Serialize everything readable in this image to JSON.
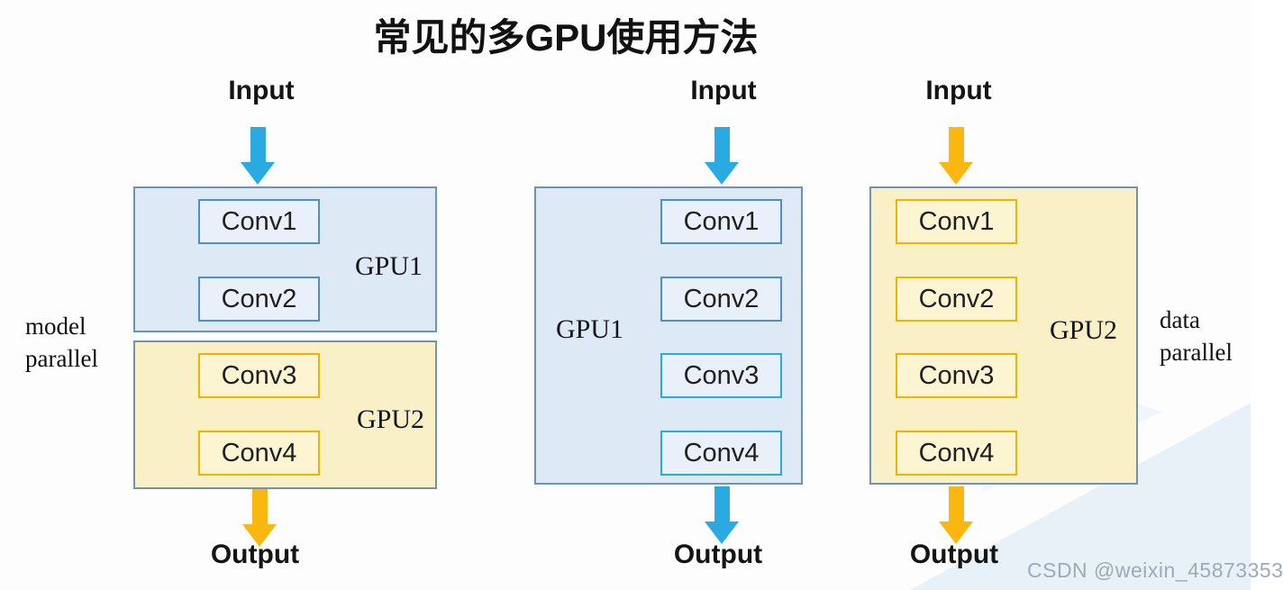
{
  "title": "常见的多GPU使用方法",
  "watermark": "CSDN @weixin_45873353",
  "colors": {
    "blue_arrow": "#29abe2",
    "gold_arrow": "#f9b70f",
    "blue_box_fill": "#dde9f5",
    "yellow_box_fill": "#faf0c7",
    "box_border": "#6e93b3",
    "conv_blue_border": "#4a8fd2",
    "conv_blue_fill": "#e9f0fa",
    "conv_cyan_border": "#29abe2",
    "conv_gold_border": "#f0b400",
    "conv_gold_fill": "#fdf5d1",
    "text": "#171717"
  },
  "columns": [
    {
      "id": "model-parallel",
      "input_label": "Input",
      "output_label": "Output",
      "side_label_lines": [
        "model",
        "parallel"
      ],
      "gpu_labels": [
        "GPU1",
        "GPU2"
      ],
      "convs": [
        "Conv1",
        "Conv2",
        "Conv3",
        "Conv4"
      ]
    },
    {
      "id": "single-gpu",
      "input_label": "Input",
      "output_label": "Output",
      "gpu_labels": [
        "GPU1"
      ],
      "convs": [
        "Conv1",
        "Conv2",
        "Conv3",
        "Conv4"
      ]
    },
    {
      "id": "data-parallel",
      "input_label": "Input",
      "output_label": "Output",
      "side_label_lines": [
        "data",
        "parallel"
      ],
      "gpu_labels": [
        "GPU2"
      ],
      "convs": [
        "Conv1",
        "Conv2",
        "Conv3",
        "Conv4"
      ]
    }
  ]
}
